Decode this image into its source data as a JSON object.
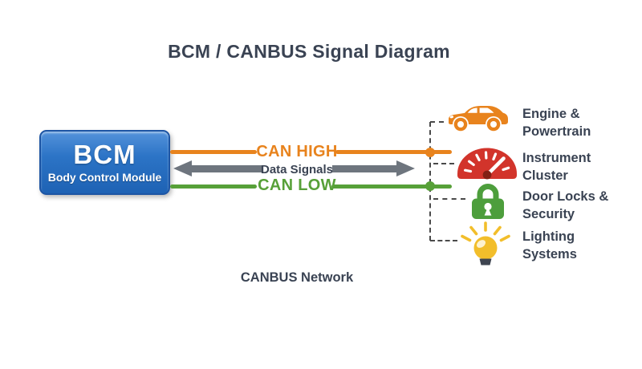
{
  "title": "BCM / CANBUS Signal Diagram",
  "bcm": {
    "abbr": "BCM",
    "name": "Body Control Module"
  },
  "bus": {
    "can_high_label": "CAN HIGH",
    "data_signals_label": "Data Signals",
    "can_low_label": "CAN LOW",
    "network_label": "CANBUS Network"
  },
  "nodes": [
    {
      "icon": "car-icon",
      "label": "Engine &\nPowertrain"
    },
    {
      "icon": "gauge-icon",
      "label": "Instrument\nCluster"
    },
    {
      "icon": "padlock-icon",
      "label": "Door Locks &\nSecurity"
    },
    {
      "icon": "lightbulb-icon",
      "label": "Lighting\nSystems"
    }
  ],
  "colors": {
    "can_high_orange": "#E8831D",
    "can_low_green": "#57A038",
    "bcm_box_blue": "#2C74C6",
    "bcm_box_border": "#1D55A4",
    "data_arrow_gray": "#6E757E",
    "text_dark": "#3A4353",
    "cluster_red": "#D2342B",
    "lock_green": "#4D9E3C",
    "bulb_yellow": "#F2BE2B",
    "dashed_line": "#4A4A4A"
  }
}
